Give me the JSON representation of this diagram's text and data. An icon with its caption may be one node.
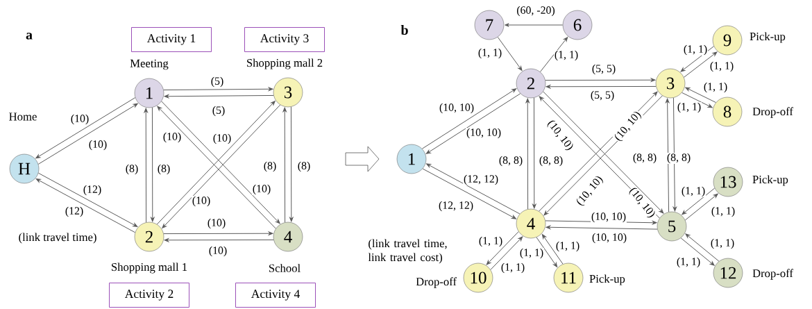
{
  "diagram": {
    "nodes": [
      {
        "text": [
          "Activity 1"
        ]
      },
      {
        "text": [
          "Activity 3"
        ]
      },
      {
        "text": [
          "H"
        ],
        "beside": [
          "Home"
        ]
      },
      {
        "text": [
          "1"
        ],
        "beside": [
          "Meeting"
        ]
      },
      {
        "text": [
          "3"
        ],
        "beside": [
          "Shopping mall 2"
        ]
      },
      {
        "text": [
          "2"
        ],
        "beside": [
          "Shopping mall 1"
        ]
      },
      {
        "text": [
          "4"
        ],
        "beside": [
          "School"
        ]
      },
      {
        "text": [
          "Activity 2"
        ]
      },
      {
        "text": [
          "Activity 4"
        ]
      },
      {
        "text": [
          "7"
        ]
      },
      {
        "text": [
          "6"
        ]
      },
      {
        "text": [
          "2"
        ]
      },
      {
        "text": [
          "9"
        ],
        "beside": [
          "Pick-up"
        ]
      },
      {
        "text": [
          "3"
        ]
      },
      {
        "text": [
          "8"
        ],
        "beside": [
          "Drop-off"
        ]
      },
      {
        "text": [
          "1"
        ]
      },
      {
        "text": [
          "4"
        ]
      },
      {
        "text": [
          "5"
        ]
      },
      {
        "text": [
          "13"
        ],
        "beside": [
          "Pick-up"
        ]
      },
      {
        "text": [
          "12"
        ],
        "beside": [
          "Drop-off"
        ]
      },
      {
        "text": [
          "10"
        ],
        "beside": [
          "Drop-off"
        ]
      },
      {
        "text": [
          "11"
        ],
        "beside": [
          "Pick-up"
        ]
      }
    ],
    "edges": [
      {
        "from": 3,
        "to": 2,
        "arrow": "to",
        "label": "(10)"
      },
      {
        "from": 2,
        "to": 3,
        "arrow": "to",
        "label": "(10)"
      },
      {
        "from": 2,
        "to": 5,
        "arrow": "to",
        "label": "(12)"
      },
      {
        "from": 5,
        "to": 2,
        "arrow": "to",
        "label": "(12)"
      },
      {
        "from": 3,
        "to": 4,
        "arrow": "to",
        "label": "(5)"
      },
      {
        "from": 4,
        "to": 3,
        "arrow": "to",
        "label": "(5)"
      },
      {
        "from": 5,
        "to": 3,
        "arrow": "to",
        "label": "(8)"
      },
      {
        "from": 3,
        "to": 5,
        "arrow": "to",
        "label": "(8)"
      },
      {
        "from": 3,
        "to": 6,
        "arrow": "to",
        "label": "(10)"
      },
      {
        "from": 6,
        "to": 3,
        "arrow": "to",
        "label": "(10)"
      },
      {
        "from": 5,
        "to": 4,
        "arrow": "to",
        "label": "(10)"
      },
      {
        "from": 4,
        "to": 5,
        "arrow": "to",
        "label": "(10)"
      },
      {
        "from": 5,
        "to": 6,
        "arrow": "to",
        "label": "(10)"
      },
      {
        "from": 6,
        "to": 5,
        "arrow": "to",
        "label": "(10)"
      },
      {
        "from": 4,
        "to": 6,
        "arrow": "to",
        "label": "(8)"
      },
      {
        "from": 6,
        "to": 4,
        "arrow": "to",
        "label": "(8)"
      },
      {
        "from": 10,
        "to": 9,
        "arrow": "to",
        "label": "(60, -20)"
      },
      {
        "from": 9,
        "to": 11,
        "arrow": "to",
        "label": "(1, 1)"
      },
      {
        "from": 11,
        "to": 10,
        "arrow": "to",
        "label": "(1, 1)"
      },
      {
        "from": 11,
        "to": 13,
        "arrow": "to",
        "label": "(5, 5)"
      },
      {
        "from": 13,
        "to": 11,
        "arrow": "to",
        "label": "(5, 5)"
      },
      {
        "from": 15,
        "to": 11,
        "arrow": "to",
        "label": "(10, 10)"
      },
      {
        "from": 11,
        "to": 15,
        "arrow": "to",
        "label": "(10, 10)"
      },
      {
        "from": 16,
        "to": 15,
        "arrow": "to",
        "label": "(12, 12)"
      },
      {
        "from": 15,
        "to": 16,
        "arrow": "to",
        "label": "(12, 12)"
      },
      {
        "from": 16,
        "to": 11,
        "arrow": "to",
        "label": "(8, 8)"
      },
      {
        "from": 11,
        "to": 16,
        "arrow": "to",
        "label": "(8, 8)"
      },
      {
        "from": 11,
        "to": 17,
        "arrow": "to",
        "label": "(10, 10)"
      },
      {
        "from": 17,
        "to": 11,
        "arrow": "to",
        "label": "(10, 10)"
      },
      {
        "from": 16,
        "to": 13,
        "arrow": "to",
        "label": "(10, 10)"
      },
      {
        "from": 13,
        "to": 16,
        "arrow": "to",
        "label": "(10, 10)"
      },
      {
        "from": 16,
        "to": 17,
        "arrow": "to",
        "label": "(10, 10)"
      },
      {
        "from": 17,
        "to": 16,
        "arrow": "to",
        "label": "(10, 10)"
      },
      {
        "from": 17,
        "to": 13,
        "arrow": "to",
        "label": "(8, 8)"
      },
      {
        "from": 13,
        "to": 17,
        "arrow": "to",
        "label": "(8, 8)"
      },
      {
        "from": 13,
        "to": 12,
        "arrow": "to",
        "label": "(1, 1)"
      },
      {
        "from": 12,
        "to": 13,
        "arrow": "to",
        "label": "(1, 1)"
      },
      {
        "from": 13,
        "to": 14,
        "arrow": "to",
        "label": "(1, 1)"
      },
      {
        "from": 14,
        "to": 13,
        "arrow": "to",
        "label": "(1, 1)"
      },
      {
        "from": 17,
        "to": 18,
        "arrow": "to",
        "label": "(1, 1)"
      },
      {
        "from": 18,
        "to": 17,
        "arrow": "to",
        "label": "(1, 1)"
      },
      {
        "from": 17,
        "to": 19,
        "arrow": "to",
        "label": "(1, 1)"
      },
      {
        "from": 19,
        "to": 17,
        "arrow": "to",
        "label": "(1, 1)"
      },
      {
        "from": 16,
        "to": 20,
        "arrow": "to",
        "label": "(1, 1)"
      },
      {
        "from": 20,
        "to": 16,
        "arrow": "to",
        "label": "(1, 1)"
      },
      {
        "from": 16,
        "to": 21,
        "arrow": "to",
        "label": "(1, 1)"
      },
      {
        "from": 21,
        "to": 16,
        "arrow": "to",
        "label": "(1, 1)"
      }
    ],
    "labels": [
      "a",
      "b",
      "(link travel time)",
      "(link travel time, link travel cost)"
    ]
  }
}
